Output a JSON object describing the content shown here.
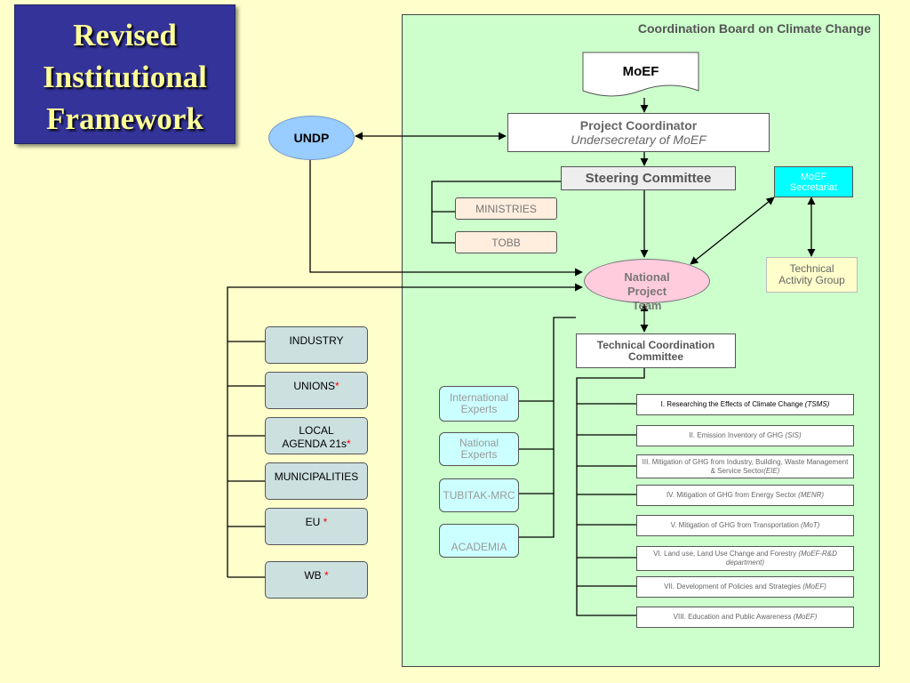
{
  "title": {
    "line1": "Revised",
    "line2": "Institutional",
    "line3": "Framework"
  },
  "board": {
    "title": "Coordination Board on Climate Change"
  },
  "nodes": {
    "moef": "MoEF",
    "project_coordinator": {
      "line1": "Project Coordinator",
      "line2": "Undersecretary of MoEF"
    },
    "steering_committee": "Steering Committee",
    "moef_secretariat": {
      "line1": "MoEF",
      "line2": "Secretariat"
    },
    "technical_activity_group": {
      "line1": "Technical",
      "line2": "Activity Group"
    },
    "ministries": "MINISTRIES",
    "tobb": "TOBB",
    "undp": "UNDP",
    "national_project_team": {
      "line1": "National",
      "line2": "Project",
      "line3": "Team"
    },
    "technical_coordination_committee": {
      "line1": "Technical Coordination",
      "line2": "Committee"
    }
  },
  "experts": [
    {
      "line1": "International",
      "line2": "Experts"
    },
    {
      "line1": "National",
      "line2": "Experts"
    },
    {
      "line1": "TUBITAK-MRC",
      "line2": ""
    },
    {
      "line1": "ACADEMIA",
      "line2": ""
    }
  ],
  "stakeholders": [
    {
      "line1": "INDUSTRY",
      "line2": "",
      "mark": ""
    },
    {
      "line1": "UNIONS",
      "line2": "",
      "mark": "*"
    },
    {
      "line1": "LOCAL",
      "line2": "AGENDA 21s",
      "mark": "*"
    },
    {
      "line1": "MUNICIPALITIES",
      "line2": "",
      "mark": ""
    },
    {
      "line1": "EU ",
      "line2": "",
      "mark": "*"
    },
    {
      "line1": "WB ",
      "line2": "",
      "mark": "*"
    }
  ],
  "working_groups": [
    {
      "text": "I. Researching the Effects of Climate Change ",
      "lead": "(TSMS)"
    },
    {
      "text": "II. Emission Inventory of GHG ",
      "lead": "(SIS)"
    },
    {
      "text": "III. Mitigation of GHG from Industry, Building, Waste Management & Service Sector",
      "lead": "(EIE)"
    },
    {
      "text": "IV. Mitigation of GHG from Energy Sector ",
      "lead": "(MENR)"
    },
    {
      "text": "V. Mitigation of GHG from Transportation ",
      "lead": "(MoT)"
    },
    {
      "text": "VI. Land use, Land Use Change and Forestry ",
      "lead": "(MoEF-R&D department)"
    },
    {
      "text": "VII. Development of Policies and Strategies ",
      "lead": "(MoEF)"
    },
    {
      "text": "VIII. Education and Public Awareness ",
      "lead": "(MoEF)"
    }
  ],
  "colors": {
    "background": "#ffffcc",
    "title_box": "#333399",
    "title_text": "#ffff99",
    "board": "#ccffcc",
    "undp": "#99ccff",
    "national_project_team": "#ffccdd",
    "secretariat": "#00ffff",
    "experts": "#ccffff",
    "stakeholders": "#cce0e0",
    "asterisk": "#ff0000"
  }
}
